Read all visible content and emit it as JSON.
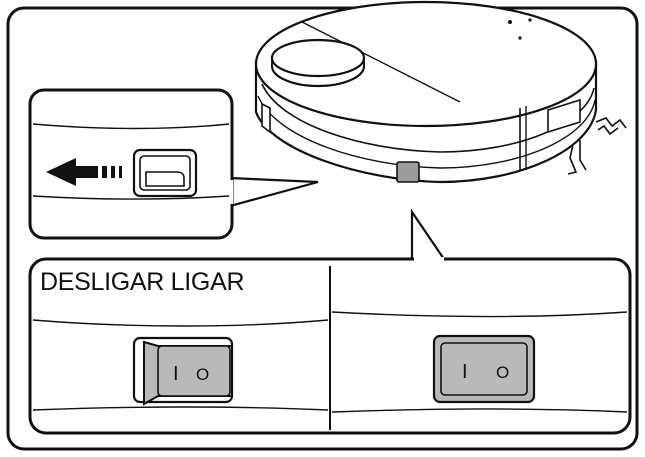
{
  "caption": {
    "off_on_label": "DESLIGAR LIGAR"
  },
  "switch": {
    "symbol_on": "I",
    "symbol_off": "O"
  },
  "icons": {
    "robot": "robot-vacuum-icon",
    "arrow": "slide-left-arrow-icon",
    "switch": "rocker-switch-icon"
  },
  "colors": {
    "line": "#111111",
    "switch_fill": "#b9b9b9",
    "panel_fill": "#ffffff"
  }
}
